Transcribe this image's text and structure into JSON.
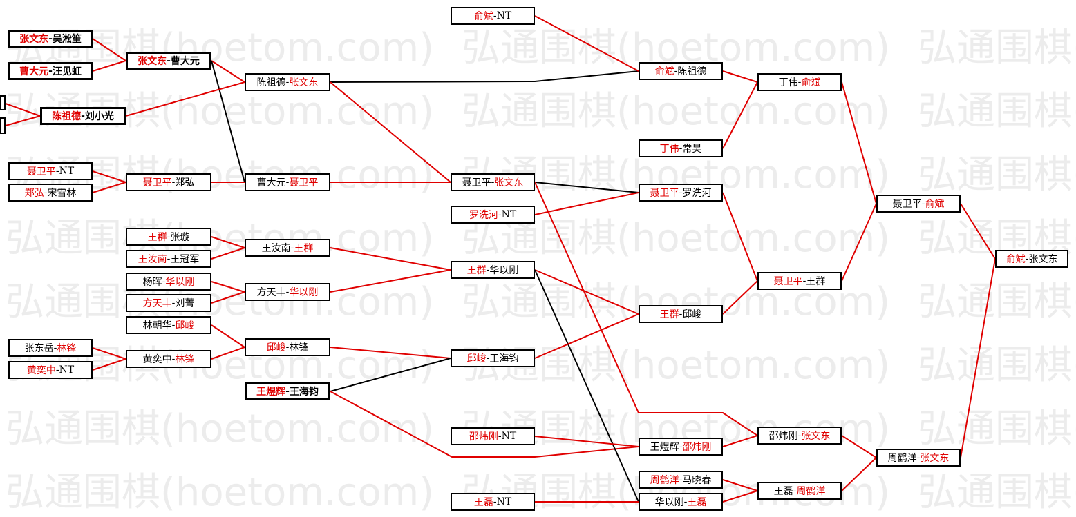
{
  "watermark": "弘通围棋(hoetom.com)",
  "colors": {
    "winner": "#e00000",
    "loser_text": "#000000",
    "win_path": "#e00000",
    "lose_path": "#000000",
    "box_border": "#000000"
  },
  "boxes": [
    {
      "id": "r1a",
      "a": "张文东",
      "b": "吴淞笙",
      "win": "a",
      "bold": true
    },
    {
      "id": "r1b",
      "a": "曹大元",
      "b": "汪见虹",
      "win": "a",
      "bold": true
    },
    {
      "id": "r1c",
      "a": "聂卫平",
      "b": "NT",
      "win": "a"
    },
    {
      "id": "r1d",
      "a": "郑弘",
      "b": "宋雪林",
      "win": "a"
    },
    {
      "id": "r1e",
      "a": "张东岳",
      "b": "林锋",
      "win": "b"
    },
    {
      "id": "r1f",
      "a": "黄奕中",
      "b": "NT",
      "win": "a"
    },
    {
      "id": "r2a",
      "a": "张文东",
      "b": "曹大元",
      "win": "a",
      "bold": true
    },
    {
      "id": "r2b",
      "a": "陈祖德",
      "b": "刘小光",
      "win": "a",
      "bold": true
    },
    {
      "id": "r2c",
      "a": "聂卫平",
      "b": "郑弘",
      "win": "a"
    },
    {
      "id": "r2d",
      "a": "王群",
      "b": "张璇",
      "win": "a"
    },
    {
      "id": "r2e",
      "a": "王汝南",
      "b": "王冠军",
      "win": "a"
    },
    {
      "id": "r2f",
      "a": "杨晖",
      "b": "华以刚",
      "win": "b"
    },
    {
      "id": "r2g",
      "a": "方天丰",
      "b": "刘菁",
      "win": "a"
    },
    {
      "id": "r2h",
      "a": "林朝华",
      "b": "邱峻",
      "win": "b"
    },
    {
      "id": "r2i",
      "a": "黄奕中",
      "b": "林锋",
      "win": "b"
    },
    {
      "id": "r3a",
      "a": "陈祖德",
      "b": "张文东",
      "win": "b"
    },
    {
      "id": "r3b",
      "a": "曹大元",
      "b": "聂卫平",
      "win": "b"
    },
    {
      "id": "r3c",
      "a": "王汝南",
      "b": "王群",
      "win": "b"
    },
    {
      "id": "r3d",
      "a": "方天丰",
      "b": "华以刚",
      "win": "b"
    },
    {
      "id": "r3e",
      "a": "邱峻",
      "b": "林锋",
      "win": "a"
    },
    {
      "id": "r3f",
      "a": "王煜辉",
      "b": "王海钧",
      "win": "a",
      "bold": true
    },
    {
      "id": "r4a",
      "a": "俞斌",
      "b": "NT",
      "win": "a"
    },
    {
      "id": "r4b",
      "a": "聂卫平",
      "b": "张文东",
      "win": "b"
    },
    {
      "id": "r4c",
      "a": "罗洗河",
      "b": "NT",
      "win": "a"
    },
    {
      "id": "r4d",
      "a": "王群",
      "b": "华以刚",
      "win": "a"
    },
    {
      "id": "r4e",
      "a": "邱峻",
      "b": "王海钧",
      "win": "a"
    },
    {
      "id": "r4f",
      "a": "邵炜刚",
      "b": "NT",
      "win": "a"
    },
    {
      "id": "r4g",
      "a": "王磊",
      "b": "NT",
      "win": "a"
    },
    {
      "id": "r5a",
      "a": "俞斌",
      "b": "陈祖德",
      "win": "a"
    },
    {
      "id": "r5b",
      "a": "丁伟",
      "b": "常昊",
      "win": "a"
    },
    {
      "id": "r5c",
      "a": "聂卫平",
      "b": "罗洗河",
      "win": "a"
    },
    {
      "id": "r5d",
      "a": "王群",
      "b": "邱峻",
      "win": "a"
    },
    {
      "id": "r5e",
      "a": "王煜辉",
      "b": "邵炜刚",
      "win": "b"
    },
    {
      "id": "r5f",
      "a": "周鹤洋",
      "b": "马晓春",
      "win": "a"
    },
    {
      "id": "r5g",
      "a": "华以刚",
      "b": "王磊",
      "win": "b"
    },
    {
      "id": "r6a",
      "a": "丁伟",
      "b": "俞斌",
      "win": "b"
    },
    {
      "id": "r6b",
      "a": "聂卫平",
      "b": "王群",
      "win": "a"
    },
    {
      "id": "r6c",
      "a": "邵炜刚",
      "b": "张文东",
      "win": "b"
    },
    {
      "id": "r6d",
      "a": "王磊",
      "b": "周鹤洋",
      "win": "b"
    },
    {
      "id": "r7a",
      "a": "聂卫平",
      "b": "俞斌",
      "win": "b"
    },
    {
      "id": "r7b",
      "a": "周鹤洋",
      "b": "张文东",
      "win": "b"
    },
    {
      "id": "final",
      "a": "俞斌",
      "b": "张文东",
      "win": "a"
    }
  ]
}
